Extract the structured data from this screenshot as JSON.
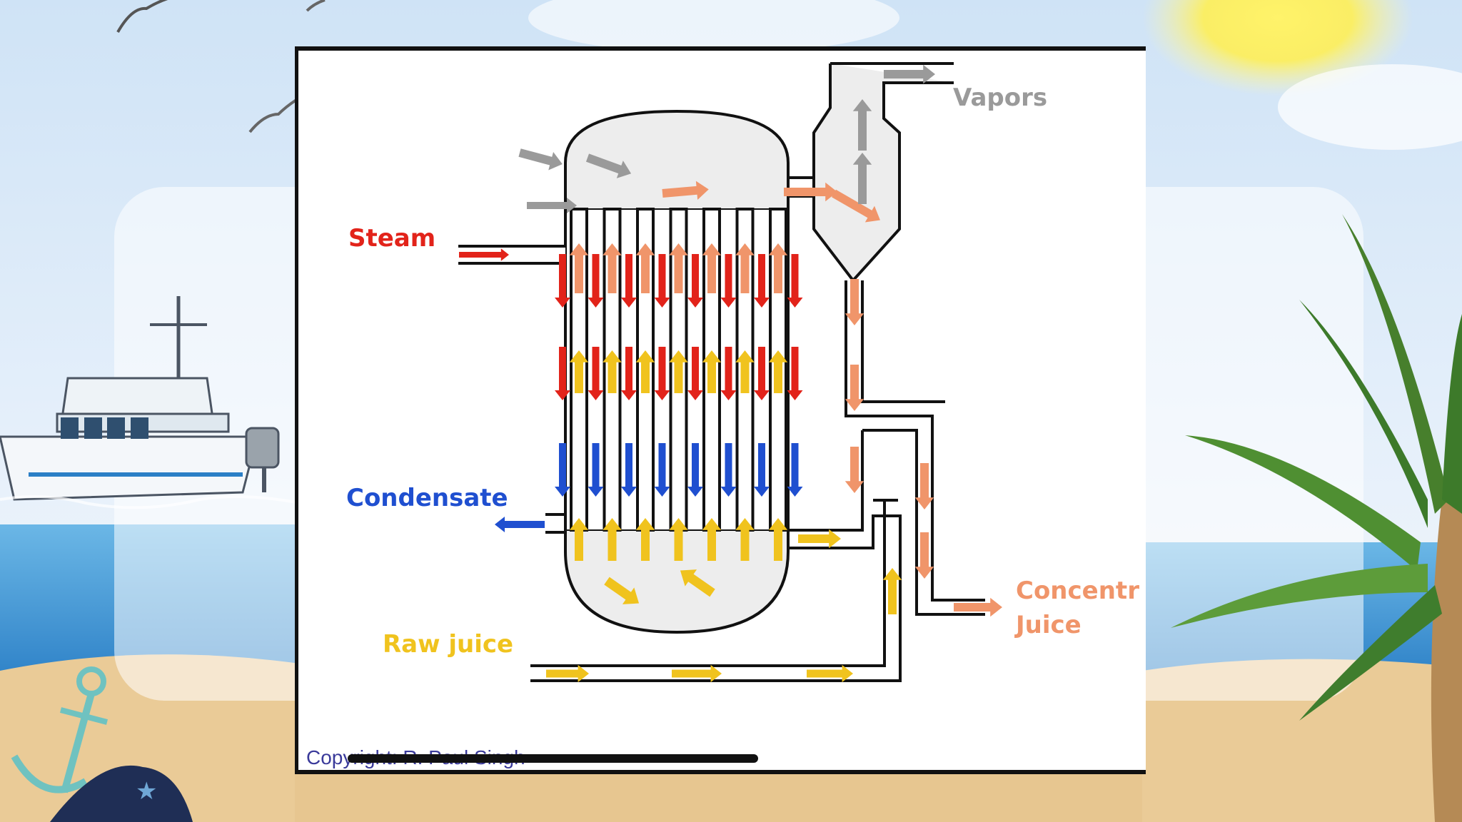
{
  "diagram": {
    "labels": {
      "steam": "Steam",
      "condensate": "Condensate",
      "raw_juice": "Raw juice",
      "vapors": "Vapors",
      "concentrated_juice_line1": "Concentr",
      "concentrated_juice_line2": "Juice"
    },
    "copyright": "Copyright: R. Paul Singh",
    "tube_count": 7
  },
  "colors": {
    "steam": "#e2231a",
    "condensate": "#1f4fd0",
    "raw_juice": "#f0c31e",
    "concentrated_juice": "#f0956a",
    "vapor": "#9a9a9a",
    "outline": "#111111"
  }
}
